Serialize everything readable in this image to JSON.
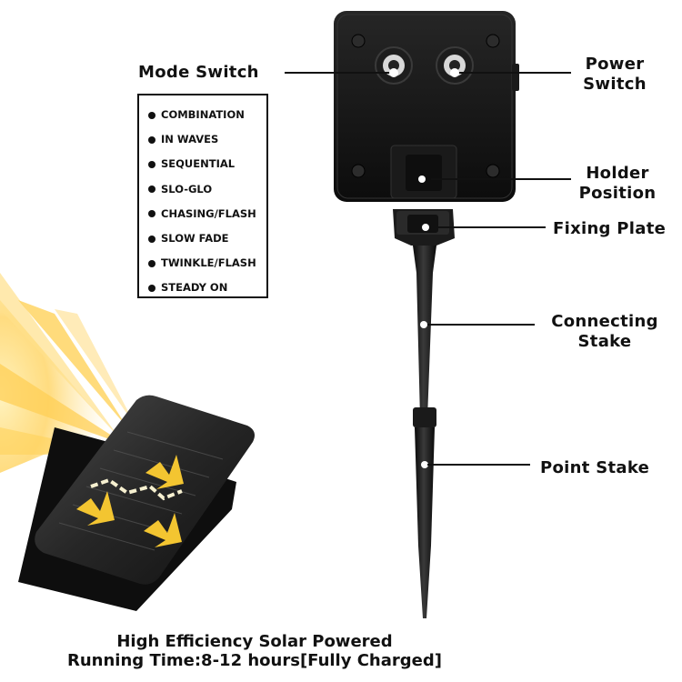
{
  "callouts": {
    "mode_switch": "Mode Switch",
    "power_switch_line1": "Power",
    "power_switch_line2": "Switch",
    "holder_line1": "Holder",
    "holder_line2": "Position",
    "fixing_plate": "Fixing Plate",
    "connecting_line1": "Connecting",
    "connecting_line2": "Stake",
    "point_stake": "Point Stake"
  },
  "modes": [
    "COMBINATION",
    "IN WAVES",
    "SEQUENTIAL",
    "SLO-GLO",
    "CHASING/FLASH",
    "SLOW FADE",
    "TWINKLE/FLASH",
    "STEADY ON"
  ],
  "footer": {
    "line1": "High Efficiency Solar Powered",
    "line2": "Running Time:8-12 hours[Fully Charged]"
  },
  "colors": {
    "device": "#141414",
    "accent_yellow": "#f3c531",
    "callout_line": "#111111"
  }
}
